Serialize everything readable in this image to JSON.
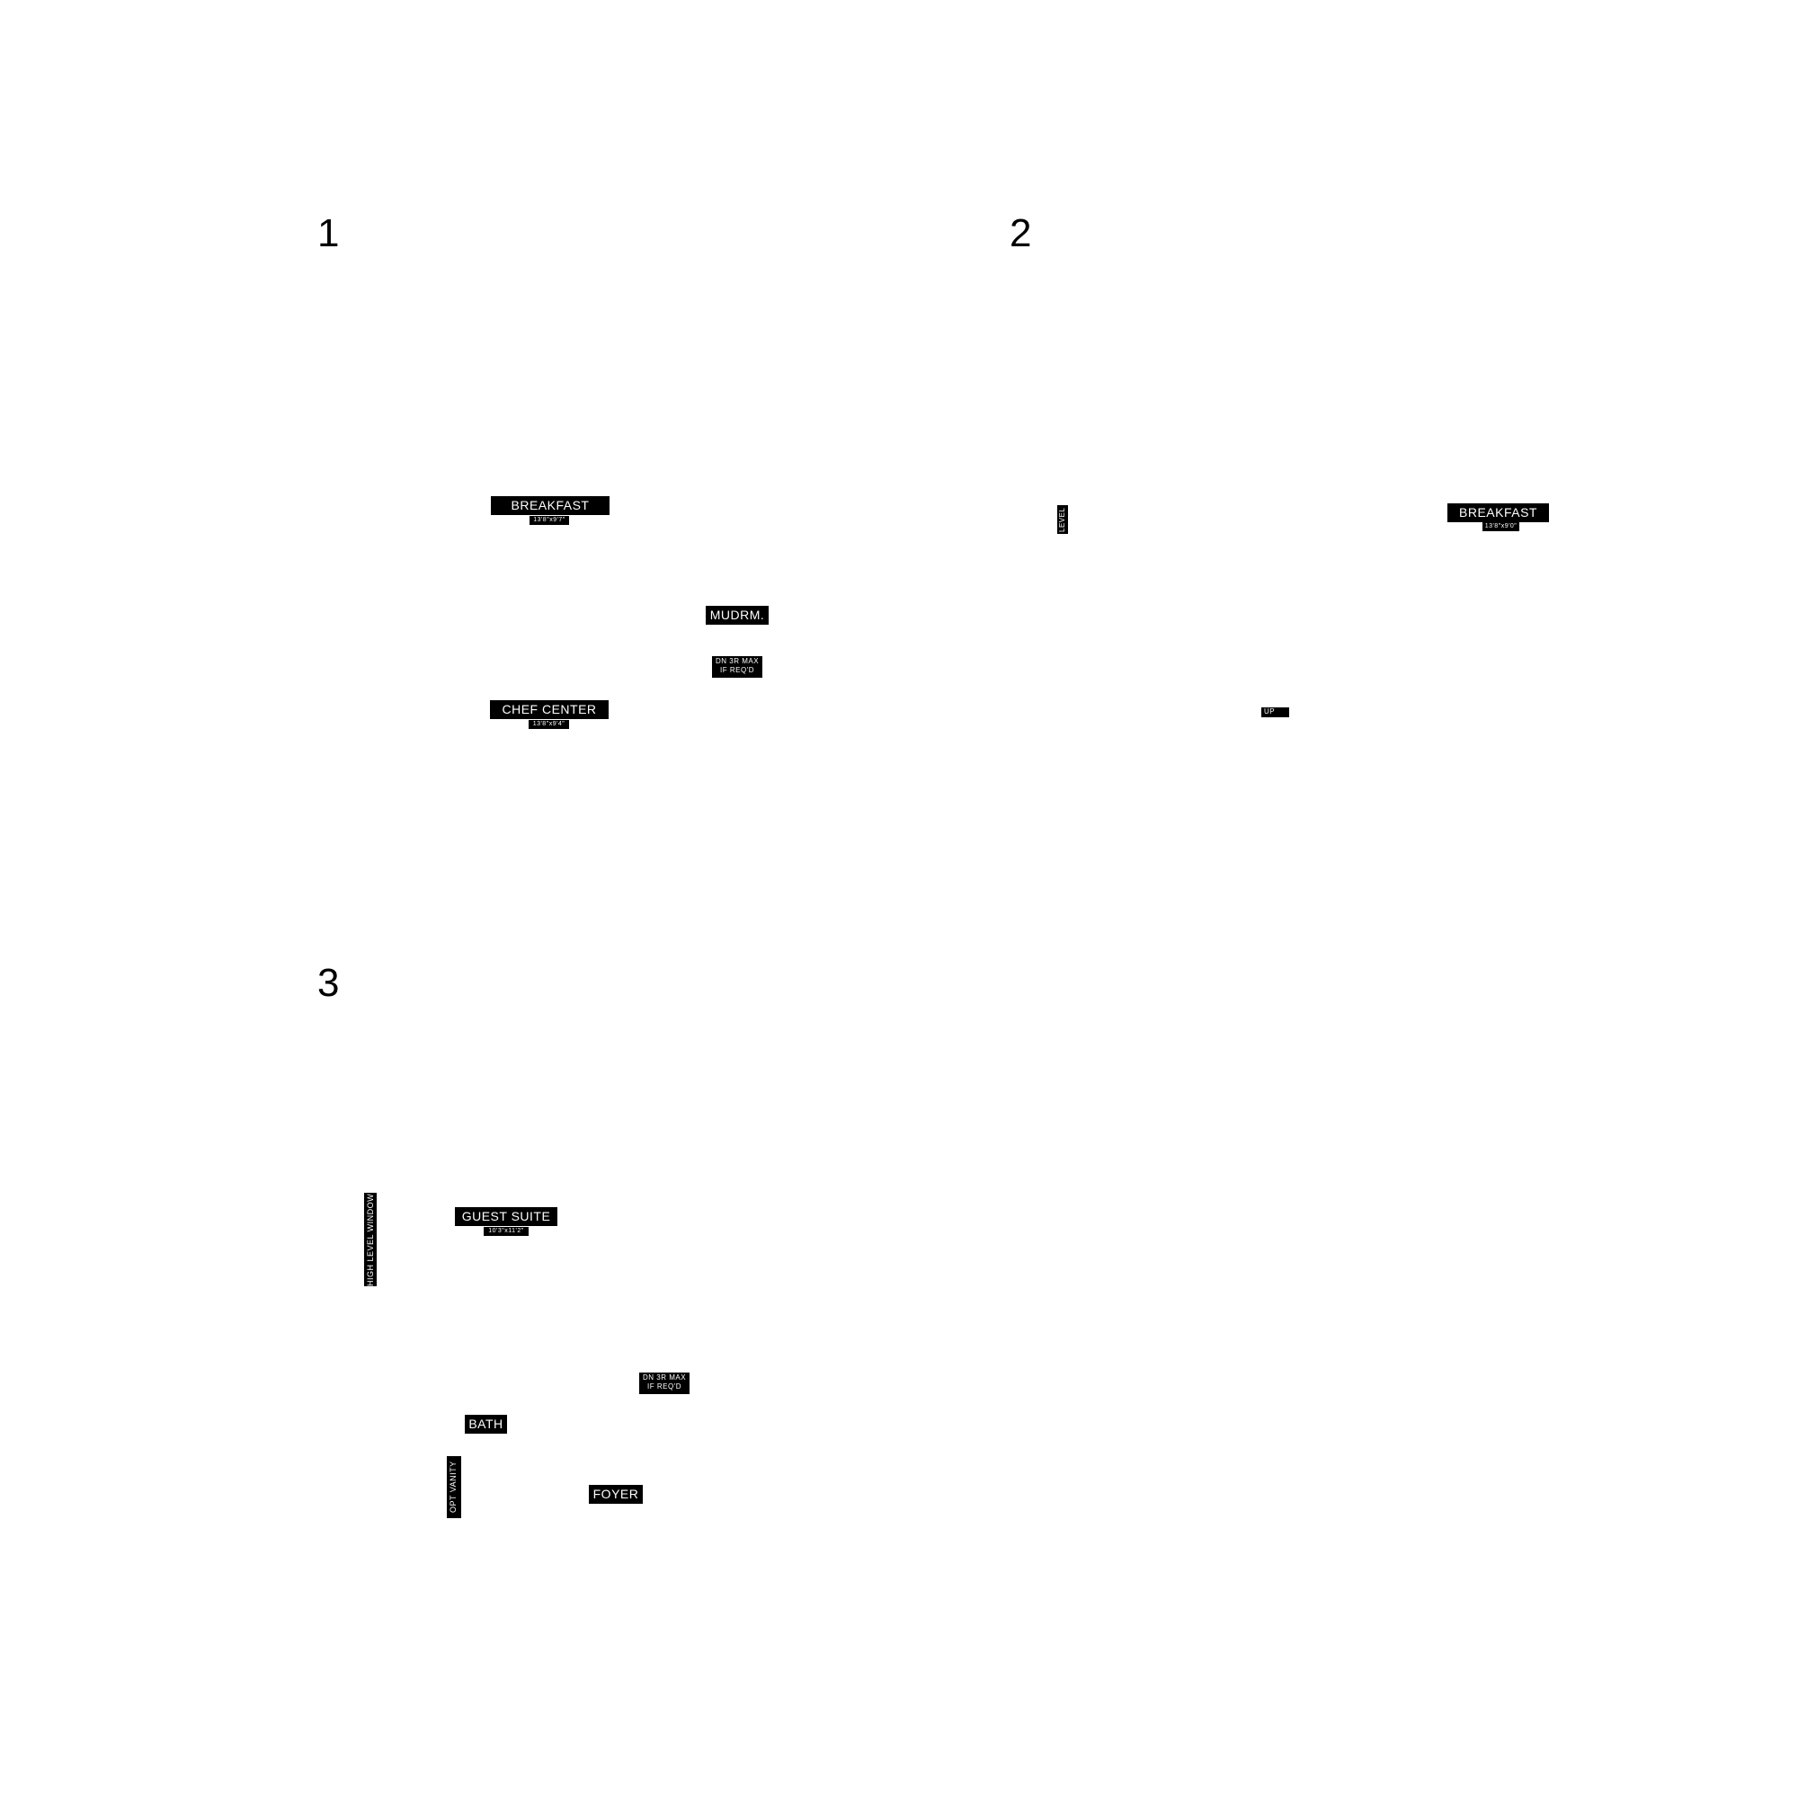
{
  "panels": {
    "one": {
      "number": "1",
      "labels": {
        "breakfast": "BREAKFAST",
        "breakfast_dim": "13'8\"x9'7\"",
        "mudroom": "MUDRM.",
        "stair_note_line1": "DN 3R MAX",
        "stair_note_line2": "IF REQ'D",
        "chef_center": "CHEF CENTER",
        "chef_center_dim": "13'8\"x9'4\""
      }
    },
    "two": {
      "number": "2",
      "labels": {
        "level": "LEVEL",
        "breakfast": "BREAKFAST",
        "breakfast_dim": "13'8\"x9'0\"",
        "up": "UP"
      }
    },
    "three": {
      "number": "3",
      "labels": {
        "high_level_window": "HIGH LEVEL WINDOW",
        "guest_suite": "GUEST SUITE",
        "guest_suite_dim": "10'3\"x11'2\"",
        "stair_note_line1": "DN 3R MAX",
        "stair_note_line2": "IF REQ'D",
        "bath": "BATH",
        "opt_vanity": "OPT VANITY",
        "foyer": "FOYER"
      }
    }
  }
}
